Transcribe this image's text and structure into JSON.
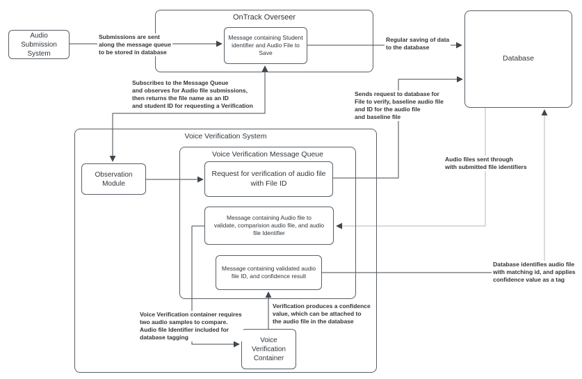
{
  "colors": {
    "background": "#ffffff",
    "shape_stroke": "#565e66",
    "connector_dark": "#40474e",
    "connector_gray": "#b3b7ba",
    "shape_text": "#30353a",
    "edge_label_text": "#333333"
  },
  "containers": {
    "ontrack": {
      "title": "OnTrack Overseer"
    },
    "vvs": {
      "title": "Voice Verification System"
    },
    "vvmq": {
      "title": "Voice Verification Message Queue"
    }
  },
  "nodes": {
    "audio_submission": {
      "label": "Audio\nSubmission\nSystem"
    },
    "ontrack_message": {
      "label": "Message containing Student\nidentifier and Audio File to\nSave"
    },
    "database": {
      "label": "Database"
    },
    "observation_module": {
      "label": "Observation\nModule"
    },
    "request_verification": {
      "label": "Request for verification of audio file\nwith File ID"
    },
    "message_audio_validate": {
      "label": "Message containing Audio file to\nvalidate, comparision audio file, and audio\nfile Identifier"
    },
    "message_validated": {
      "label": "Message containing validated audio\nfile ID, and confidence result"
    },
    "vv_container": {
      "label": "Voice\nVerification\nContainer"
    }
  },
  "edge_labels": {
    "submissions_sent": "Submissions are sent\nalong the message queue\nto be stored in database",
    "subscribes": "Subscribes to the Message Queue\nand observes for Audio file submissions,\nthen returns the file name as an ID\nand student ID for requesting a Verification",
    "regular_saving": "Regular saving of data\nto the database",
    "sends_request": "Sends request to database for\nFile to verify, baseline audio file\nand ID for the audio file\nand baseline file",
    "audio_files_sent": "Audio files sent through\nwith submitted file identifiers",
    "db_identifies": "Database identifies audio file\nwith matching id, and applies\nconfidence value as a tag",
    "vvc_requires": "Voice Verification container requires\ntwo audio samples to compare.\nAudio file Identifier included for\ndatabase tagging",
    "verification_produces": "Verification produces a confidence\nvalue, which can be attached to\nthe audio file in the database"
  }
}
